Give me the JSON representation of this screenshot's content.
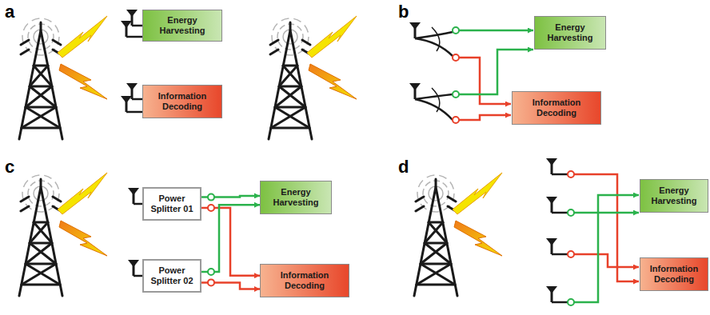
{
  "diagram": {
    "nodes": [
      {
        "text": [
          "Energy Harvesting"
        ]
      },
      {
        "text": [
          "Information Decoding"
        ]
      },
      {
        "text": [
          "Energy Harvesting"
        ]
      },
      {
        "text": [
          "Information Decoding"
        ]
      },
      {
        "text": [
          "Power Splitter 01"
        ]
      },
      {
        "text": [
          "Energy Harvesting"
        ]
      },
      {
        "text": [
          "Power Splitter 02"
        ]
      },
      {
        "text": [
          "Information Decoding"
        ]
      },
      {
        "text": [
          "Energy Harvesting"
        ]
      },
      {
        "text": [
          "Information Decoding"
        ]
      }
    ],
    "edges": [
      {
        "from": 4,
        "to": 5,
        "arrow": "to"
      },
      {
        "from": 4,
        "to": 7,
        "arrow": "to"
      },
      {
        "from": 6,
        "to": 5,
        "arrow": "to"
      },
      {
        "from": 6,
        "to": 7,
        "arrow": "to"
      }
    ],
    "labels": [
      "a",
      "b",
      "c",
      "d"
    ]
  }
}
